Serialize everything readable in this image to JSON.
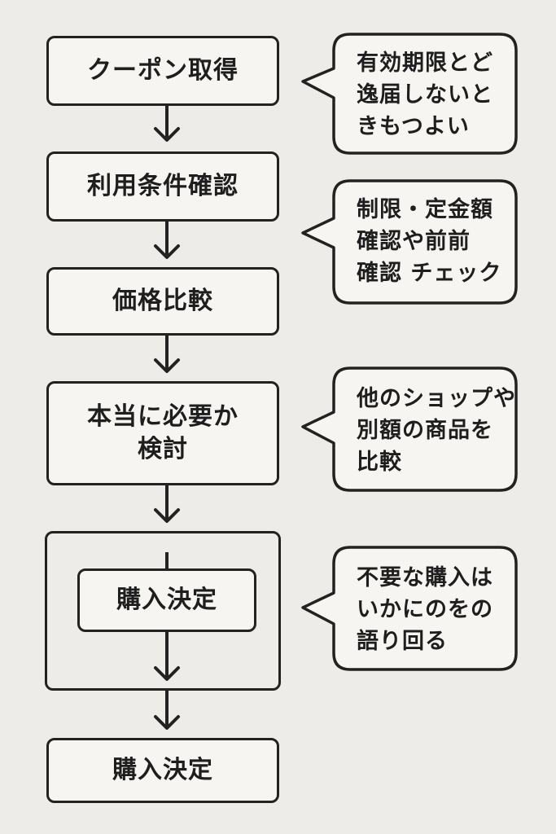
{
  "flow": {
    "steps": [
      {
        "id": "coupon",
        "label": "クーポン取得"
      },
      {
        "id": "terms",
        "label": "利用条件確認"
      },
      {
        "id": "price",
        "label": "価格比較"
      },
      {
        "id": "need",
        "label": "本当に必要か\n検討"
      },
      {
        "id": "decide_inner",
        "label": "購入決定"
      },
      {
        "id": "decide",
        "label": "購入決定"
      }
    ]
  },
  "notes": [
    {
      "text": "有効期限とど\n逸届しないと\nきもつよい"
    },
    {
      "text": "制限・定金額\n確認や前前\n確認 チェック"
    },
    {
      "text": "他のショップや\n別額の商品を\n比較"
    },
    {
      "text": "不要な購入は\nいかにのをの\n語り回る"
    }
  ],
  "colors": {
    "stroke": "#222222",
    "box_fill": "#f7f5f1",
    "background": "#eeece8"
  }
}
